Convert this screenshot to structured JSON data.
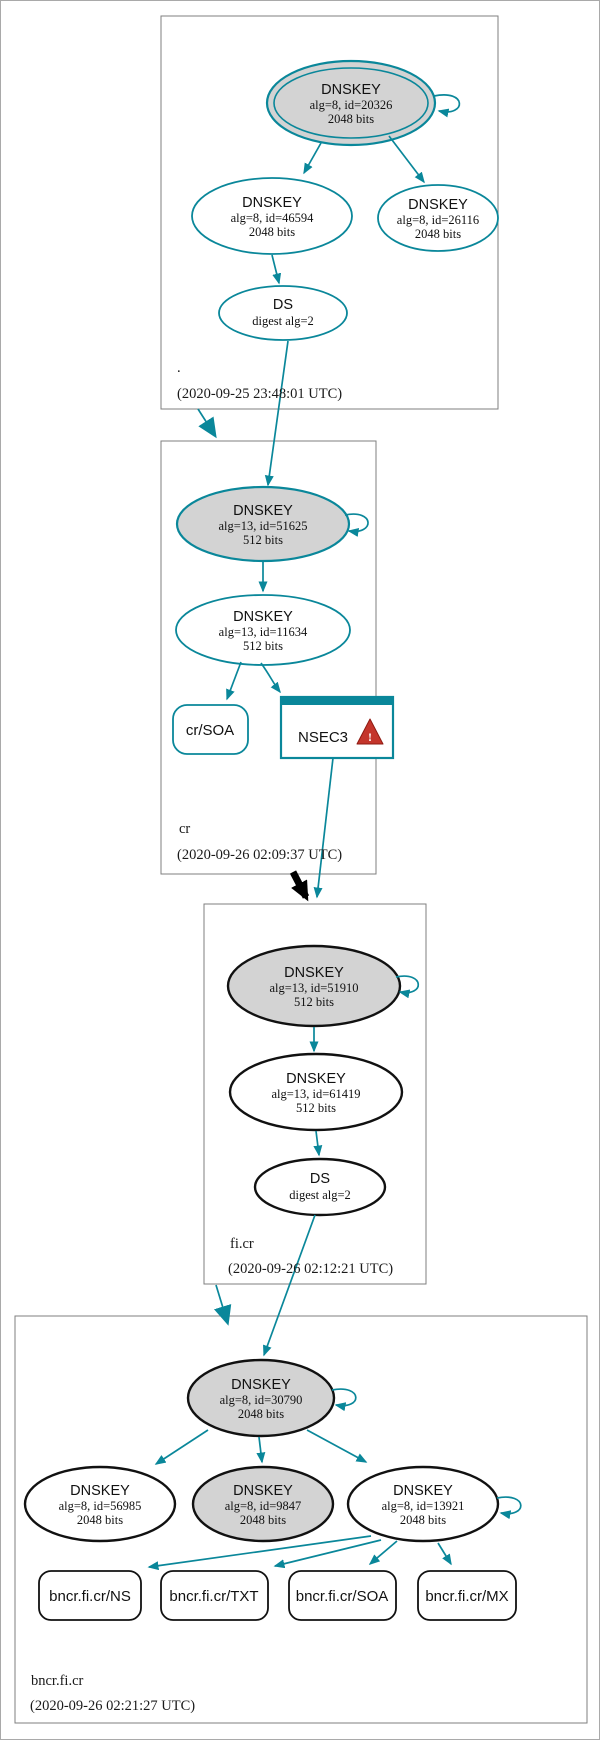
{
  "diagram_type": "dnssec-authentication-chain",
  "colors": {
    "secure_teal": "#0a879a",
    "node_gray_fill": "#d3d3d3",
    "node_black_border": "#111111",
    "zone_box_border": "#7f7f7f",
    "warning_red": "#c4352b",
    "delegation_black": "#000000"
  },
  "zones": [
    {
      "label": ".",
      "timestamp": "(2020-09-25 23:48:01 UTC)",
      "ksk": {
        "title": "DNSKEY",
        "detail": "alg=8, id=20326",
        "bits": "2048 bits"
      },
      "zsk1": {
        "title": "DNSKEY",
        "detail": "alg=8, id=46594",
        "bits": "2048 bits"
      },
      "zsk2": {
        "title": "DNSKEY",
        "detail": "alg=8, id=26116",
        "bits": "2048 bits"
      },
      "ds": {
        "title": "DS",
        "detail": "digest alg=2"
      }
    },
    {
      "label": "cr",
      "timestamp": "(2020-09-26 02:09:37 UTC)",
      "ksk": {
        "title": "DNSKEY",
        "detail": "alg=13, id=51625",
        "bits": "512 bits"
      },
      "zsk": {
        "title": "DNSKEY",
        "detail": "alg=13, id=11634",
        "bits": "512 bits"
      },
      "soa": {
        "label": "cr/SOA"
      },
      "nsec3": {
        "label": "NSEC3",
        "warning_glyph": "!",
        "warning_icon": "warning-triangle-icon"
      }
    },
    {
      "label": "fi.cr",
      "timestamp": "(2020-09-26 02:12:21 UTC)",
      "ksk": {
        "title": "DNSKEY",
        "detail": "alg=13, id=51910",
        "bits": "512 bits"
      },
      "zsk": {
        "title": "DNSKEY",
        "detail": "alg=13, id=61419",
        "bits": "512 bits"
      },
      "ds": {
        "title": "DS",
        "detail": "digest alg=2"
      }
    },
    {
      "label": "bncr.fi.cr",
      "timestamp": "(2020-09-26 02:21:27 UTC)",
      "ksk": {
        "title": "DNSKEY",
        "detail": "alg=8, id=30790",
        "bits": "2048 bits"
      },
      "zsk1": {
        "title": "DNSKEY",
        "detail": "alg=8, id=56985",
        "bits": "2048 bits"
      },
      "zsk2": {
        "title": "DNSKEY",
        "detail": "alg=8, id=9847",
        "bits": "2048 bits"
      },
      "zsk3": {
        "title": "DNSKEY",
        "detail": "alg=8, id=13921",
        "bits": "2048 bits"
      },
      "records": [
        {
          "label": "bncr.fi.cr/NS"
        },
        {
          "label": "bncr.fi.cr/TXT"
        },
        {
          "label": "bncr.fi.cr/SOA"
        },
        {
          "label": "bncr.fi.cr/MX"
        }
      ]
    }
  ]
}
